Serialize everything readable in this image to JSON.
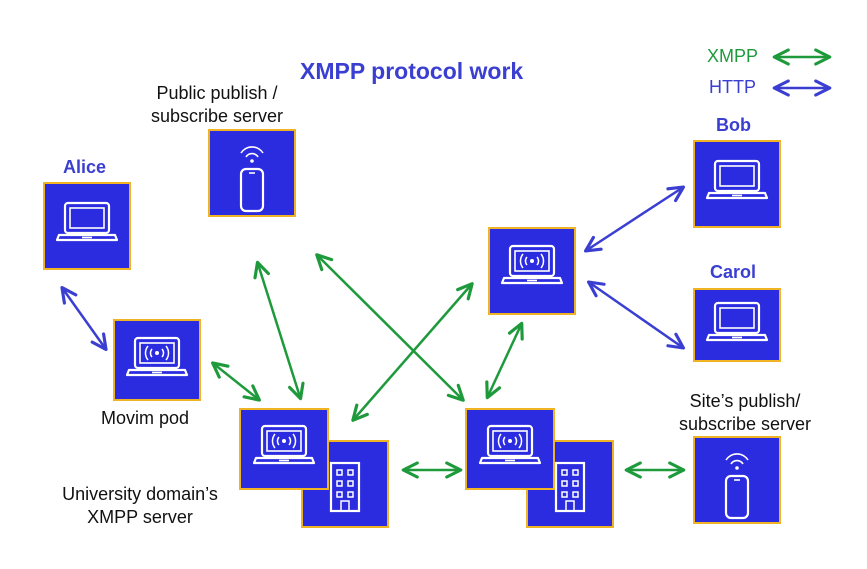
{
  "title": "XMPP protocol work",
  "legend": {
    "xmpp": "XMPP",
    "http": "HTTP"
  },
  "labels": {
    "public_server_line1": "Public publish /",
    "public_server_line2": "subscribe server",
    "alice": "Alice",
    "bob": "Bob",
    "carol": "Carol",
    "movim_pod": "Movim pod",
    "university_line1": "University domain’s",
    "university_line2": "XMPP server",
    "site_server_line1": "Site’s publish/",
    "site_server_line2": "subscribe server"
  },
  "colors": {
    "box_fill": "#2b2be0",
    "box_border": "#f0b323",
    "xmpp_arrow": "#1e9a3c",
    "http_arrow": "#3a3fd1",
    "title": "#3a3fd1"
  },
  "nodes": [
    {
      "id": "public-pubsub-server",
      "icon": "phone-wifi-icon"
    },
    {
      "id": "alice-laptop",
      "icon": "laptop-icon"
    },
    {
      "id": "movim-pod",
      "icon": "laptop-wifi-icon"
    },
    {
      "id": "university-xmpp-server",
      "icon": "laptop-wifi-building-icon"
    },
    {
      "id": "site-server-right",
      "icon": "laptop-wifi-building-icon"
    },
    {
      "id": "central-server",
      "icon": "laptop-wifi-icon"
    },
    {
      "id": "bob-laptop",
      "icon": "laptop-icon"
    },
    {
      "id": "carol-laptop",
      "icon": "laptop-icon"
    },
    {
      "id": "site-pubsub-server",
      "icon": "phone-wifi-icon"
    }
  ]
}
